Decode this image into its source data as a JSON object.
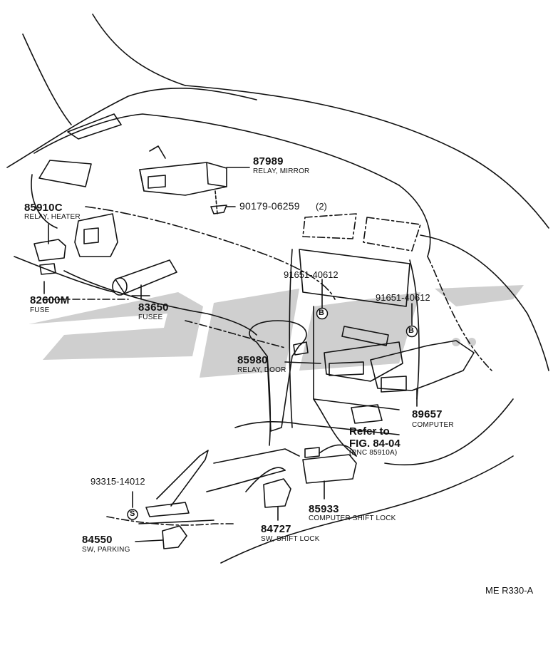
{
  "diagram_code": "ME R330-A",
  "watermark_color": "#cfcfcf",
  "line_color": "#111111",
  "parts": [
    {
      "id": "p87989",
      "number": "87989",
      "name": "RELAY, MIRROR"
    },
    {
      "id": "p90179",
      "number": "90179-06259",
      "qty": "(2)"
    },
    {
      "id": "p85910c",
      "number": "85910C",
      "name": "RELAY, HEATER"
    },
    {
      "id": "p82600m",
      "number": "82600M",
      "name": "FUSE"
    },
    {
      "id": "p83650",
      "number": "83650",
      "name": "FUSEE"
    },
    {
      "id": "p91651a",
      "number": "91651-40612"
    },
    {
      "id": "p91651b",
      "number": "91651-40612"
    },
    {
      "id": "p85980",
      "number": "85980",
      "name": "RELAY, DOOR"
    },
    {
      "id": "p89657",
      "number": "89657",
      "name": "COMPUTER"
    },
    {
      "id": "p93315",
      "number": "93315-14012"
    },
    {
      "id": "p85933",
      "number": "85933",
      "name": "COMPUTER SHIFT LOCK"
    },
    {
      "id": "p84550",
      "number": "84550",
      "name": "SW, PARKING"
    },
    {
      "id": "p84727",
      "number": "84727",
      "name": "SW, SHIFT LOCK"
    }
  ],
  "reference": {
    "line1": "Refer to",
    "line2": "FIG. 84-04",
    "note": "(PNC 85910A)"
  },
  "markers": {
    "b": "B",
    "s": "S"
  }
}
